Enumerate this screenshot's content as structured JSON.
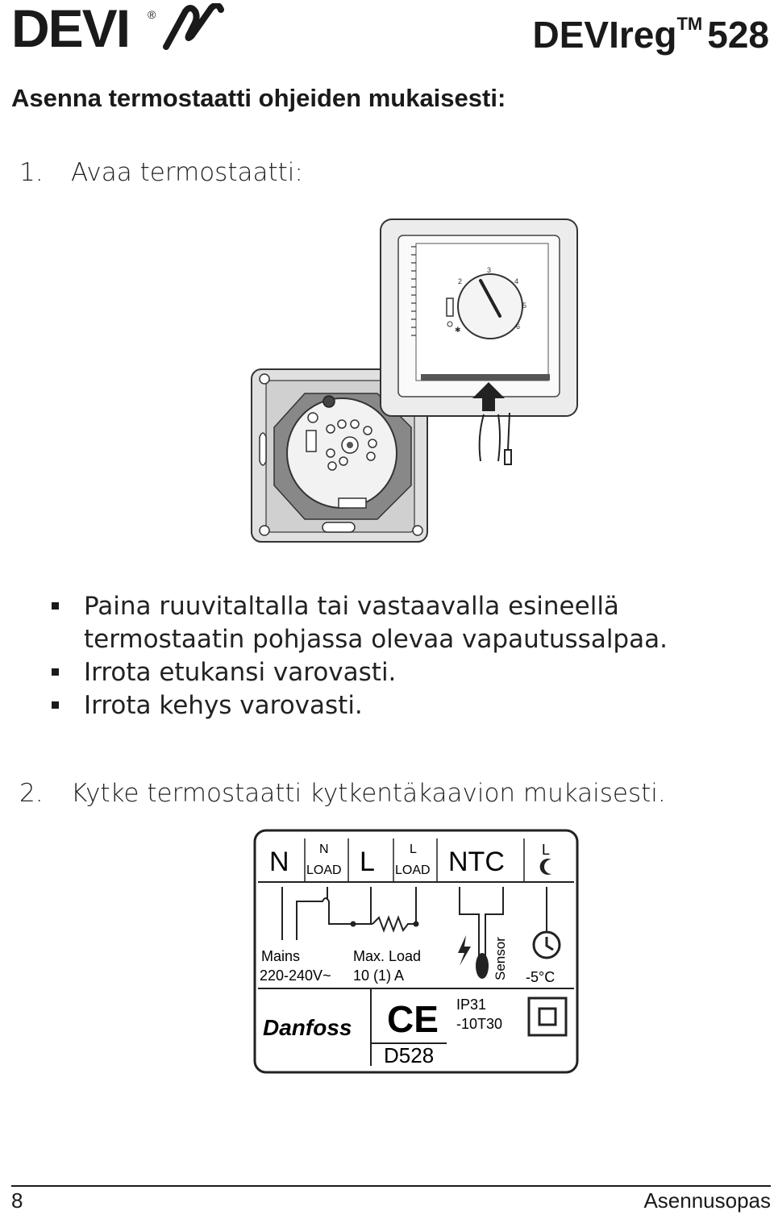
{
  "header": {
    "brand": "DEVI",
    "registered_mark": "®",
    "product": "DEVIreg",
    "trademark": "TM",
    "model": "528"
  },
  "heading": "Asenna termostaatti ohjeiden mukaisesti:",
  "steps": [
    {
      "number": "1.",
      "title": "Avaa termostaatti:",
      "bullets": [
        "Paina ruuvitaltalla tai vastaavalla esineellä termostaatin pohjassa olevaa vapautussalpaa.",
        "Irrota etukansi varovasti.",
        "Irrota kehys varovasti."
      ]
    },
    {
      "number": "2.",
      "title": "Kytke termostaatti kytkentäkaavion mukaisesti."
    }
  ],
  "dial_numbers": [
    "2",
    "3",
    "4",
    "5",
    "6"
  ],
  "wiring": {
    "terminals": {
      "n": "N",
      "n_load_top": "N",
      "n_load_bottom": "LOAD",
      "l": "L",
      "l_load_top": "L",
      "l_load_bottom": "LOAD",
      "ntc": "NTC",
      "l_clock": "L"
    },
    "mains_label": "Mains",
    "mains_voltage": "220-240V~",
    "max_load_label": "Max. Load",
    "max_load_value": "10 (1) A",
    "sensor_label": "Sensor",
    "setback": "-5°C",
    "ip_rating": "IP31",
    "temp_class": "-10T30",
    "model_code": "D528",
    "manufacturer": "Danfoss",
    "ce_mark": "CE"
  },
  "footer": {
    "page_number": "8",
    "label": "Asennusopas"
  }
}
